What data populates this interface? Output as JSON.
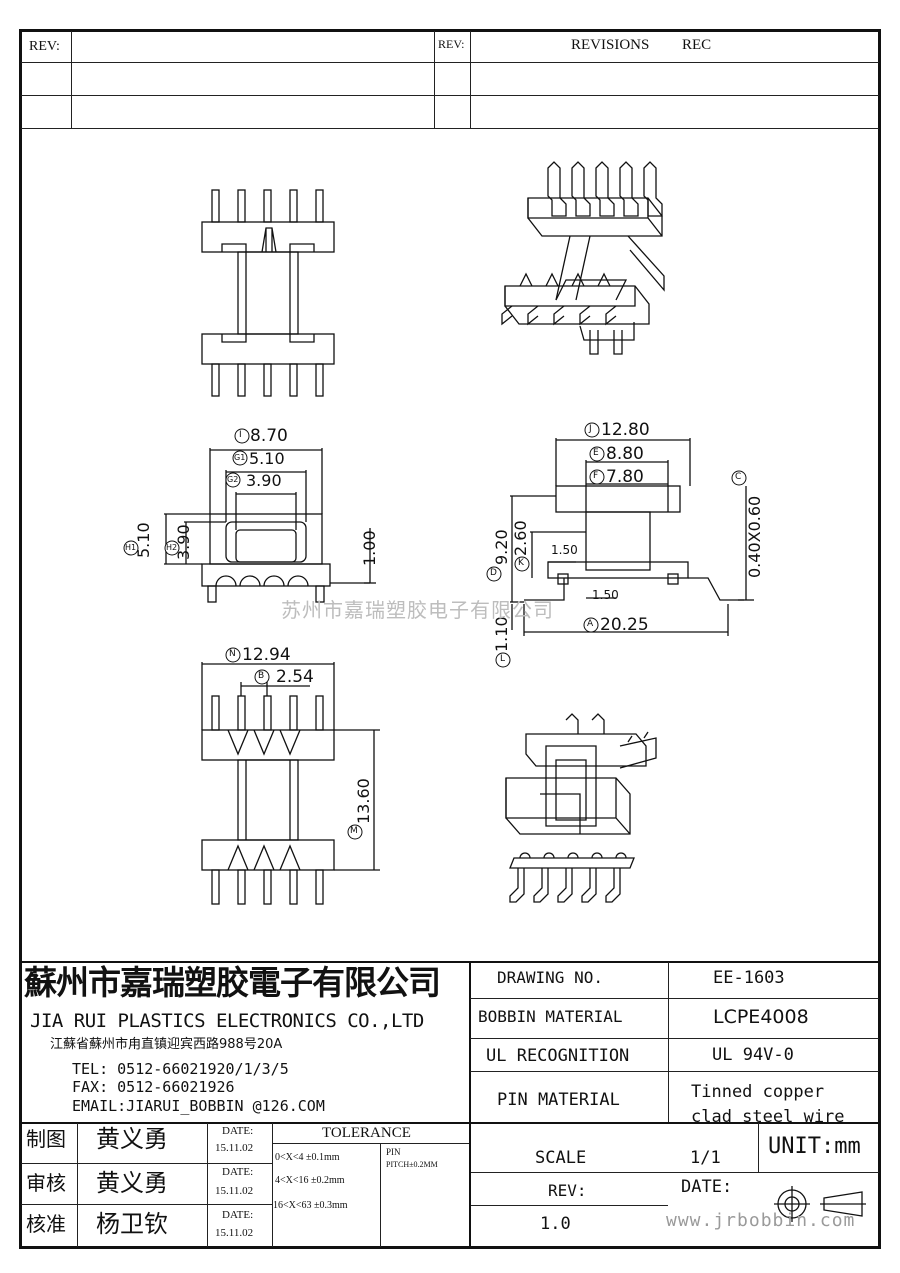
{
  "revisions": {
    "rev_label_left": "REV:",
    "rev_label_right": "REV:",
    "revisions_label": "REVISIONS",
    "rec_label": "REC"
  },
  "dimensions": {
    "I": {
      "circle": "I",
      "value": "8.70"
    },
    "G1": {
      "circle": "G1",
      "value": "5.10"
    },
    "G2": {
      "circle": "G2",
      "value": "3.90"
    },
    "H1": {
      "circle": "H1",
      "value": "5.10"
    },
    "H2": {
      "circle": "H2",
      "value": "3.90"
    },
    "side_height": {
      "value": "1.00"
    },
    "J": {
      "circle": "J",
      "value": "12.80"
    },
    "E": {
      "circle": "E",
      "value": "8.80"
    },
    "F": {
      "circle": "F",
      "value": "7.80"
    },
    "C": {
      "circle": "C",
      "value": "0.40X0.60"
    },
    "D": {
      "circle": "D",
      "value": "9.20"
    },
    "K": {
      "circle": "K",
      "value": "2.60"
    },
    "pin_a": {
      "value": "1.50"
    },
    "pin_b": {
      "value": "1.50"
    },
    "A": {
      "circle": "A",
      "value": "20.25"
    },
    "L": {
      "circle": "L",
      "value": "1.10"
    },
    "N": {
      "circle": "N",
      "value": "12.94"
    },
    "B": {
      "circle": "B",
      "value": "2.54"
    },
    "M": {
      "circle": "M",
      "value": "13.60"
    }
  },
  "watermark": "苏州市嘉瑞塑胶电子有限公司",
  "company": {
    "name_cn": "蘇州市嘉瑞塑胶電子有限公司",
    "name_en": "JIA RUI PLASTICS ELECTRONICS CO.,LTD",
    "address": "江蘇省蘇州市甪直镇迎宾西路988号20A",
    "tel": "TEL: 0512-66021920/1/3/5",
    "fax": "FAX: 0512-66021926",
    "email": "EMAIL:JIARUI_BOBBIN @126.COM"
  },
  "spec": {
    "drawing_no_label": "DRAWING  NO.",
    "drawing_no": "EE-1603",
    "bobbin_material_label": "BOBBIN  MATERIAL",
    "bobbin_material": "LCPE4008",
    "ul_label": "UL RECOGNITION",
    "ul_value": "UL 94V-0",
    "pin_material_label": "PIN MATERIAL",
    "pin_material_line1": "Tinned copper",
    "pin_material_line2": "clad steel wire",
    "scale_label": "SCALE",
    "scale_value": "1/1",
    "unit": "UNIT:mm",
    "rev_label": "REV:",
    "rev_value": "1.0",
    "date_label": "DATE:"
  },
  "approval": {
    "rows": [
      {
        "role": "制图",
        "name": "黄义勇",
        "date_label": "DATE:",
        "date": "15.11.02"
      },
      {
        "role": "审核",
        "name": "黄义勇",
        "date_label": "DATE:",
        "date": "15.11.02"
      },
      {
        "role": "核准",
        "name": "杨卫钦",
        "date_label": "DATE:",
        "date": "15.11.02"
      }
    ]
  },
  "tolerance": {
    "title": "TOLERANCE",
    "rows": [
      "0<X<4  ±0.1mm",
      "4<X<16 ±0.2mm",
      "16<X<63 ±0.3mm"
    ],
    "pin_label": "PIN",
    "pin_pitch": "PITCH±0.2MM"
  },
  "website": "www.jrbobbin.com"
}
